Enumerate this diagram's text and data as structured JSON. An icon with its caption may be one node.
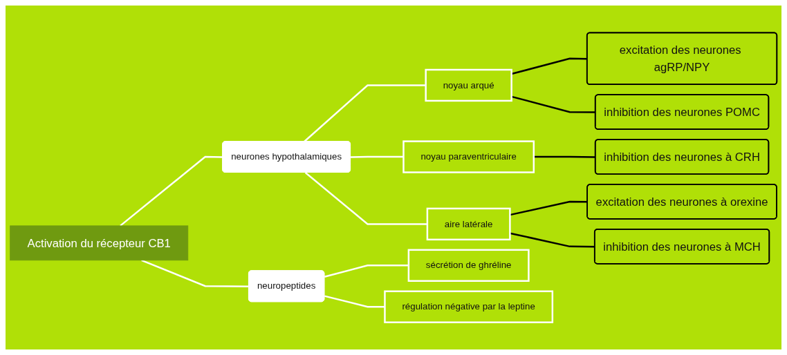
{
  "diagram": {
    "nodes": [
      {
        "text": [
          "Activation du récepteur CB1"
        ]
      },
      {
        "text": [
          "neurones hypothalamiques"
        ]
      },
      {
        "text": [
          "neuropeptides"
        ]
      },
      {
        "text": [
          "noyau arqué"
        ]
      },
      {
        "text": [
          "noyau paraventriculaire"
        ]
      },
      {
        "text": [
          "aire latérale"
        ]
      },
      {
        "text": [
          "sécrétion de ghréline"
        ]
      },
      {
        "text": [
          "régulation négative par la leptine"
        ]
      },
      {
        "text": [
          "excitation des neurones agRP/NPY"
        ]
      },
      {
        "text": [
          "inhibition des neurones POMC"
        ]
      },
      {
        "text": [
          "inhibition des neurones à CRH"
        ]
      },
      {
        "text": [
          "excitation des neurones à orexine"
        ]
      },
      {
        "text": [
          "inhibition des neurones à MCH"
        ]
      }
    ],
    "edges": [
      {
        "from": 0,
        "to": 1,
        "arrow": "none"
      },
      {
        "from": 0,
        "to": 2,
        "arrow": "none"
      },
      {
        "from": 1,
        "to": 3,
        "arrow": "none"
      },
      {
        "from": 1,
        "to": 4,
        "arrow": "none"
      },
      {
        "from": 1,
        "to": 5,
        "arrow": "none"
      },
      {
        "from": 2,
        "to": 6,
        "arrow": "none"
      },
      {
        "from": 2,
        "to": 7,
        "arrow": "none"
      },
      {
        "from": 3,
        "to": 8,
        "arrow": "none",
        "color": "#000000"
      },
      {
        "from": 3,
        "to": 9,
        "arrow": "none",
        "color": "#000000"
      },
      {
        "from": 4,
        "to": 10,
        "arrow": "none",
        "color": "#000000"
      },
      {
        "from": 5,
        "to": 11,
        "arrow": "none",
        "color": "#000000"
      },
      {
        "from": 5,
        "to": 12,
        "arrow": "none",
        "color": "#000000"
      }
    ]
  }
}
